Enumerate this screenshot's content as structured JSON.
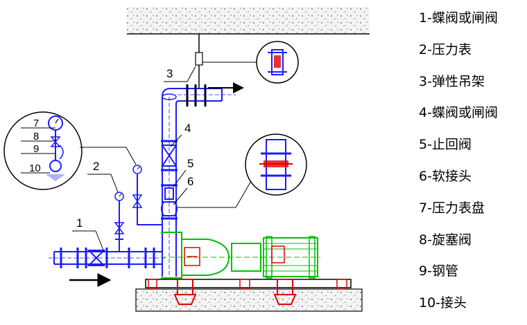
{
  "legend": [
    {
      "label": "1-蝶阀或闸阀"
    },
    {
      "label": "2-压力表"
    },
    {
      "label": "3-弹性吊架"
    },
    {
      "label": "4-蝶阀或闸阀"
    },
    {
      "label": "5-止回阀"
    },
    {
      "label": "6-软接头"
    },
    {
      "label": "7-压力表盘"
    },
    {
      "label": "8-旋塞阀"
    },
    {
      "label": "9-钢管"
    },
    {
      "label": "10-接头"
    }
  ],
  "callouts": {
    "c1": "1",
    "c2": "2",
    "c3": "3",
    "c4": "4",
    "c5": "5",
    "c6": "6",
    "d7": "7",
    "d8": "8",
    "d9": "9",
    "d10": "10"
  },
  "colors": {
    "pipe": "#1a1aff",
    "pump": "#00c000",
    "support": "#e00000",
    "line": "#000000"
  }
}
